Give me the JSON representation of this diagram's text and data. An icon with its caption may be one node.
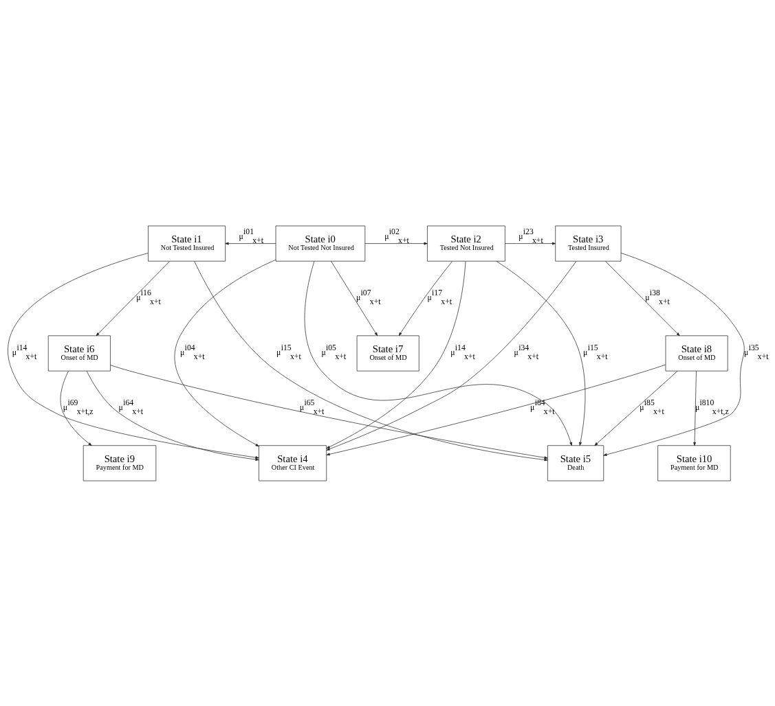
{
  "diagram": {
    "nodes": [
      {
        "text": [
          "State i1",
          "Not Tested Insured"
        ]
      },
      {
        "text": [
          "State i0",
          "Not Tested Not Insured"
        ]
      },
      {
        "text": [
          "State i2",
          "Tested Not Insured"
        ]
      },
      {
        "text": [
          "State i3",
          "Tested Insured"
        ]
      },
      {
        "text": [
          "State i6",
          "Onset of MD"
        ]
      },
      {
        "text": [
          "State i7",
          "Onset of MD"
        ]
      },
      {
        "text": [
          "State i8",
          "Onset of MD"
        ]
      },
      {
        "text": [
          "State i9",
          "Payment for MD"
        ]
      },
      {
        "text": [
          "State i4",
          "Other CI Event"
        ]
      },
      {
        "text": [
          "State i10",
          "Payment for MD"
        ]
      },
      {
        "text": [
          "State i5",
          "Death"
        ]
      }
    ],
    "edges": [
      {
        "from": 1,
        "to": 0,
        "arrow": "to",
        "label": "μ$^{i01}$$_{x+t}$"
      },
      {
        "from": 1,
        "to": 2,
        "arrow": "to",
        "label": "μ$^{i02}$$_{x+t}$"
      },
      {
        "from": 2,
        "to": 3,
        "arrow": "to",
        "label": "μ$^{i23}$$_{x+t}$"
      },
      {
        "from": 0,
        "to": 4,
        "arrow": "to",
        "label": "μ$^{i16}$$_{x+t}$"
      },
      {
        "from": 0,
        "to": 8,
        "arrow": "to",
        "label": "μ$^{i14}$$_{x+t}$"
      },
      {
        "from": 0,
        "to": 10,
        "arrow": "to",
        "label": "μ$^{i15}$$_{x+t}$"
      },
      {
        "from": 1,
        "to": 5,
        "arrow": "to",
        "label": "μ$^{i07}$$_{x+t}$"
      },
      {
        "from": 1,
        "to": 8,
        "arrow": "to",
        "label": "μ$^{i04}$$_{x+t}$"
      },
      {
        "from": 1,
        "to": 10,
        "arrow": "to",
        "label": "μ$^{i05}$$_{x+t}$"
      },
      {
        "from": 2,
        "to": 5,
        "arrow": "to",
        "label": "μ$^{i17}$$_{x+t}$"
      },
      {
        "from": 2,
        "to": 8,
        "arrow": "to",
        "label": "μ$^{i14}$$_{x+t}$"
      },
      {
        "from": 2,
        "to": 10,
        "arrow": "to",
        "label": "μ$^{i15}$$_{x+t}$"
      },
      {
        "from": 3,
        "to": 8,
        "arrow": "to",
        "label": "μ$^{i34}$$_{x+t}$"
      },
      {
        "from": 3,
        "to": 10,
        "arrow": "to",
        "label": "μ$^{i35}$$_{x+t}$"
      },
      {
        "from": 3,
        "to": 6,
        "arrow": "to",
        "label": "μ$^{i38}$$_{x+t}$"
      },
      {
        "from": 4,
        "to": 7,
        "arrow": "to",
        "label": "μ$^{i69}$$_{x+t,z}$"
      },
      {
        "from": 4,
        "to": 8,
        "arrow": "to",
        "label": "μ$^{i64}$$_{x+t}$"
      },
      {
        "from": 4,
        "to": 10,
        "arrow": "to",
        "label": "μ$^{i65}$$_{x+t}$"
      },
      {
        "from": 6,
        "to": 8,
        "arrow": "to",
        "label": "μ$^{i84}$$_{x+t}$"
      },
      {
        "from": 6,
        "to": 10,
        "arrow": "to",
        "label": "μ$^{i85}$$_{x+t}$"
      },
      {
        "from": 6,
        "to": 9,
        "arrow": "to",
        "label": "μ$^{i810}$$_{x+t,z}$"
      }
    ]
  }
}
